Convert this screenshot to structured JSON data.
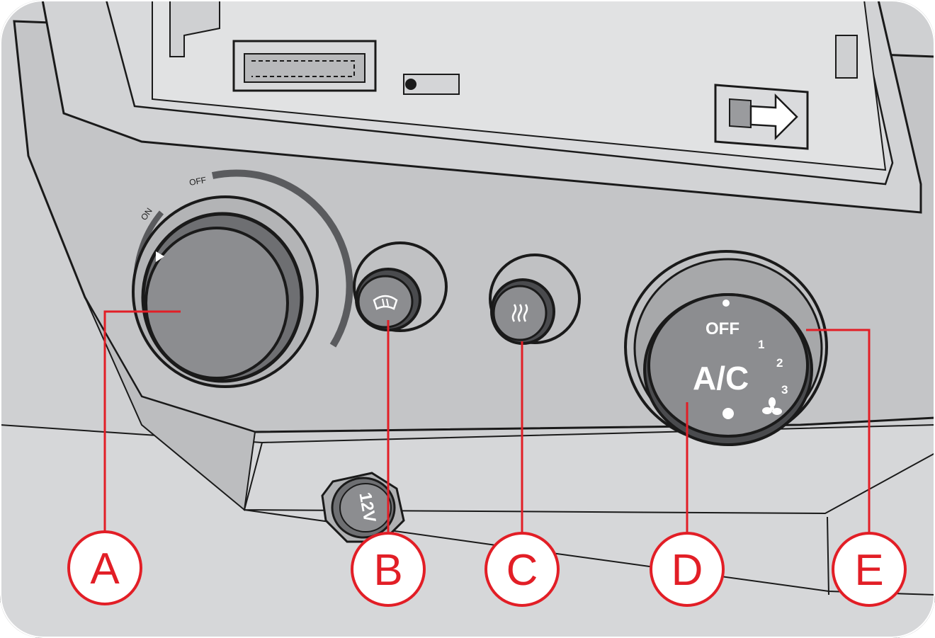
{
  "colors": {
    "panel": "#c4c5c7",
    "panel_light": "#d2d3d5",
    "knob": "#8c8d90",
    "knob_dark": "#5a5b5e",
    "outline": "#1a1a1a",
    "accent_red": "#e21e26"
  },
  "knob_a": {
    "label_on": "ON",
    "label_off": "OFF"
  },
  "knob_b": {
    "icon": "windscreen-defrost-icon"
  },
  "knob_c": {
    "icon": "rear-window-heater-icon"
  },
  "socket": {
    "label": "12V"
  },
  "knob_de": {
    "label_off": "OFF",
    "speed_1": "1",
    "speed_2": "2",
    "speed_3": "3",
    "ac_label": "A/C",
    "fan_icon": "fan-icon"
  },
  "callouts": {
    "a": "A",
    "b": "B",
    "c": "C",
    "d": "D",
    "e": "E"
  }
}
